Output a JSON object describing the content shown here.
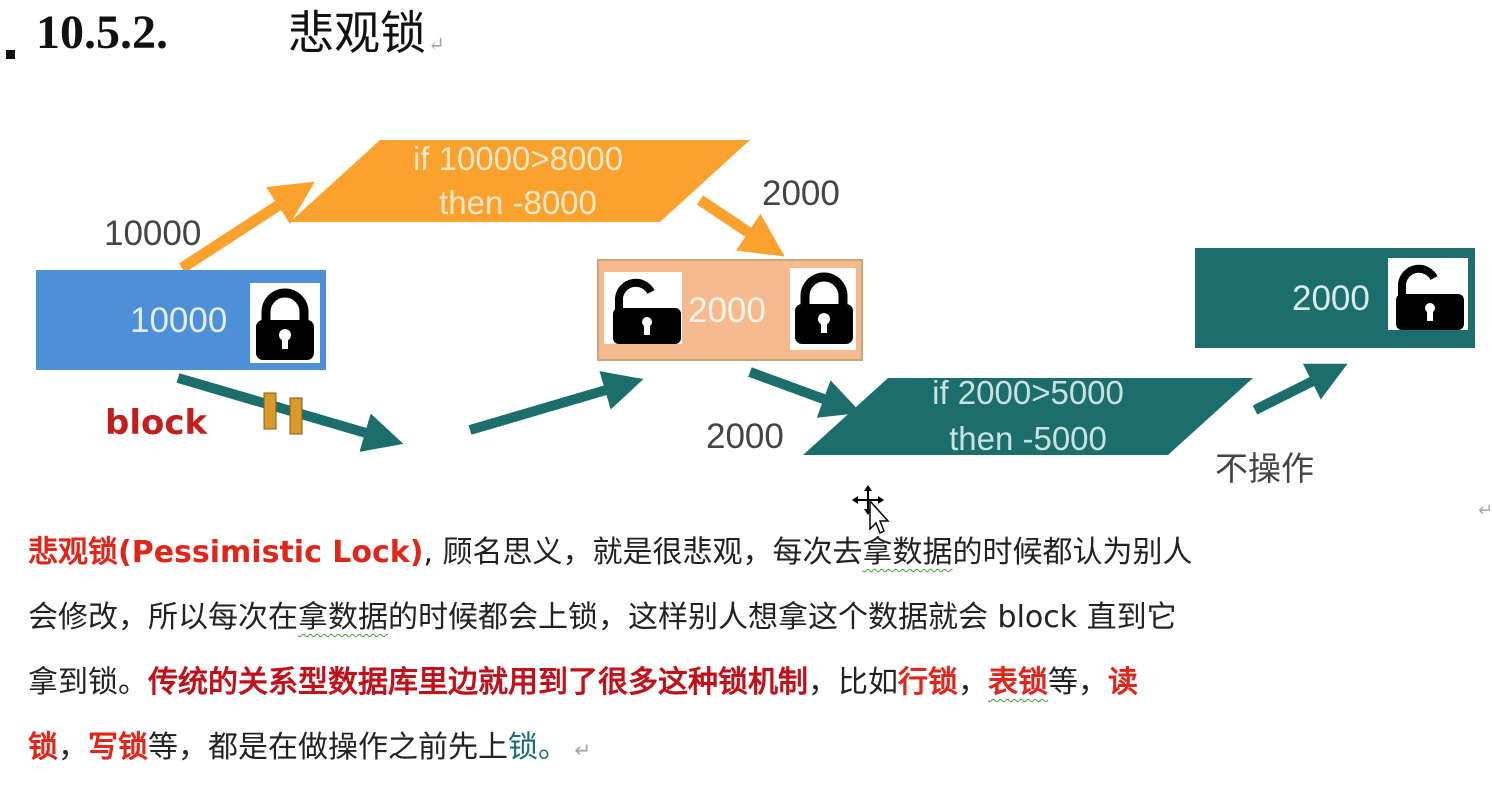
{
  "heading": {
    "number": "10.5.2.",
    "title": "悲观锁"
  },
  "diagram": {
    "colors": {
      "orange": "#fba12e",
      "blue": "#4d90d8",
      "peach": "#f6ba8e",
      "teal": "#1c6e6c",
      "gap_brown": "#d99a2c",
      "block_red": "#c21e1e"
    },
    "left_value_label": "10000",
    "left_box_value": "10000",
    "top_parallelogram": {
      "line1": "if 10000>8000",
      "line2": "then -8000"
    },
    "after_top_label": "2000",
    "middle_box_value": "2000",
    "block_label": "block",
    "bottom_left_label": "2000",
    "bottom_parallelogram": {
      "line1": "if 2000>5000",
      "line2": "then -5000"
    },
    "no_operation_label": "不操作",
    "right_box_value": "2000",
    "icons": [
      "locked-padlock-icon",
      "unlocked-padlock-icon",
      "locked-padlock-icon",
      "unlocked-padlock-icon"
    ]
  },
  "paragraph": {
    "l1_term": "悲观锁(Pessimistic Lock)",
    "l1_rest_a": ", 顾名思义，就是很悲观，每次去",
    "l1_wavy": "拿数据",
    "l1_rest_b": "的时候都认为别人",
    "l2_a": "会修改，所以每次在",
    "l2_wavy": "拿数据",
    "l2_b": "的时候都会上锁，这样别人想拿这个数据就会 block 直到它",
    "l3_a": "拿到锁。",
    "l3_emph": "传统的关系型数据库里边就用到了很多这种锁机制",
    "l3_b": "，比如",
    "l3_row_lock": "行锁",
    "l3_c": "，",
    "l3_table_lock": "表锁",
    "l3_d": "等，",
    "l3_read": "读",
    "l4_read_cont": "锁",
    "l4_a": "，",
    "l4_write_lock": "写锁",
    "l4_b": "等，都是在做操作之前先上",
    "l4_lock": "锁",
    "l4_period": "。"
  }
}
